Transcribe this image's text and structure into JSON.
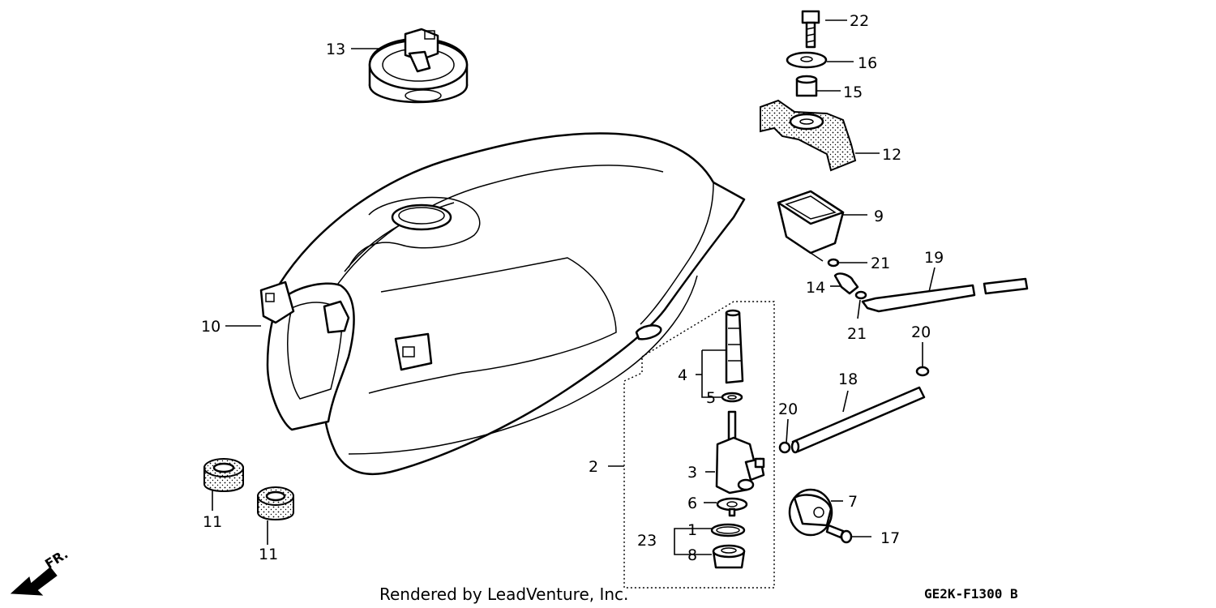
{
  "callouts": [
    "1",
    "2",
    "3",
    "4",
    "5",
    "6",
    "7",
    "8",
    "9",
    "10",
    "11",
    "11",
    "12",
    "13",
    "14",
    "15",
    "16",
    "17",
    "18",
    "19",
    "20",
    "20",
    "21",
    "21",
    "22",
    "23"
  ],
  "parts": {
    "fuel_tank": "fuel-tank",
    "fuel_cap": "fuel-cap",
    "fuel_cock": "fuel-cock",
    "strainer": "fuel-strainer"
  },
  "footer": {
    "credit": "Rendered by LeadVenture, Inc.",
    "diagram_code": "GE2K-F1300 B"
  },
  "direction": {
    "label": "FR."
  }
}
